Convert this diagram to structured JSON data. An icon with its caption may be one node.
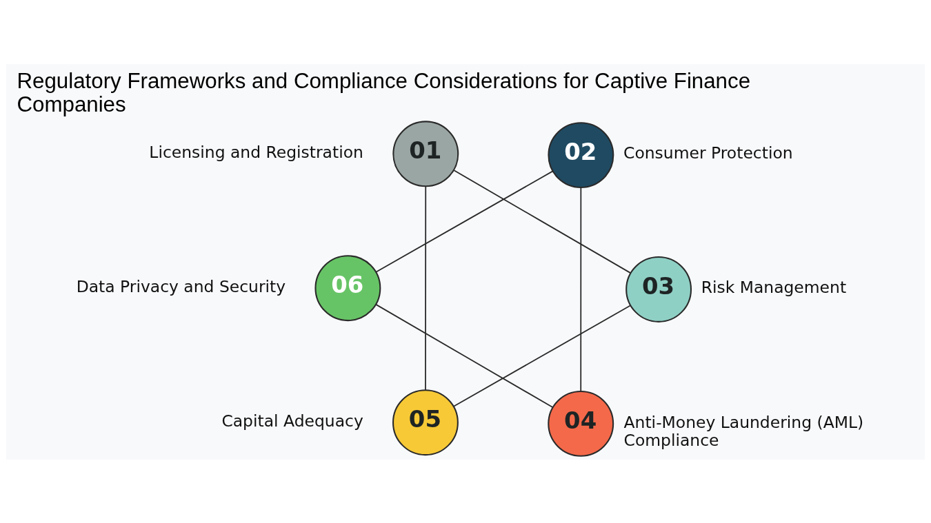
{
  "diagram": {
    "title": "Regulatory Frameworks and Compliance Considerations for Captive Finance Companies",
    "nodes": [
      {
        "text": [
          "01"
        ],
        "beside": [
          "Licensing and Registration"
        ]
      },
      {
        "text": [
          "02"
        ],
        "beside": [
          "Consumer Protection"
        ]
      },
      {
        "text": [
          "03"
        ],
        "beside": [
          "Risk Management"
        ]
      },
      {
        "text": [
          "04"
        ],
        "beside": [
          "Anti-Money Laundering (AML) Compliance"
        ]
      },
      {
        "text": [
          "05"
        ],
        "beside": [
          "Capital Adequacy"
        ]
      },
      {
        "text": [
          "06"
        ],
        "beside": [
          "Data Privacy and Security"
        ]
      }
    ],
    "edges": [
      {
        "from": 0,
        "to": 2,
        "arrow": "none"
      },
      {
        "from": 0,
        "to": 4,
        "arrow": "none"
      },
      {
        "from": 1,
        "to": 5,
        "arrow": "none"
      },
      {
        "from": 1,
        "to": 3,
        "arrow": "none"
      },
      {
        "from": 5,
        "to": 3,
        "arrow": "none"
      },
      {
        "from": 2,
        "to": 4,
        "arrow": "none"
      }
    ]
  }
}
